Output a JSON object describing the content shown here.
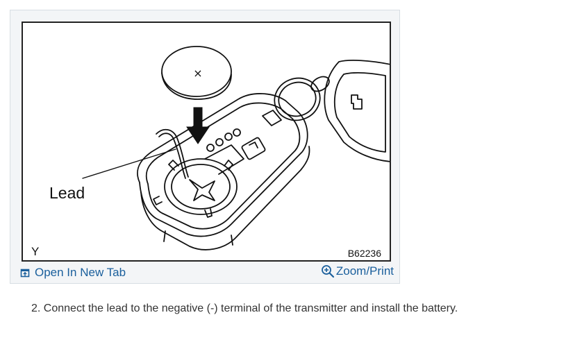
{
  "figure": {
    "lead_label": "Lead",
    "corner_label": "Y",
    "figure_code": "B62236",
    "battery_mark": "×"
  },
  "actions": {
    "open_new_tab": "Open In New Tab",
    "zoom_print": "Zoom/Print",
    "open_icon": "open-in-new-tab-icon",
    "zoom_icon": "zoom-in-icon",
    "link_color": "#1a5f9c"
  },
  "instructions": {
    "step": "2. Connect the lead to the negative (-) terminal of the transmitter and install the battery."
  }
}
